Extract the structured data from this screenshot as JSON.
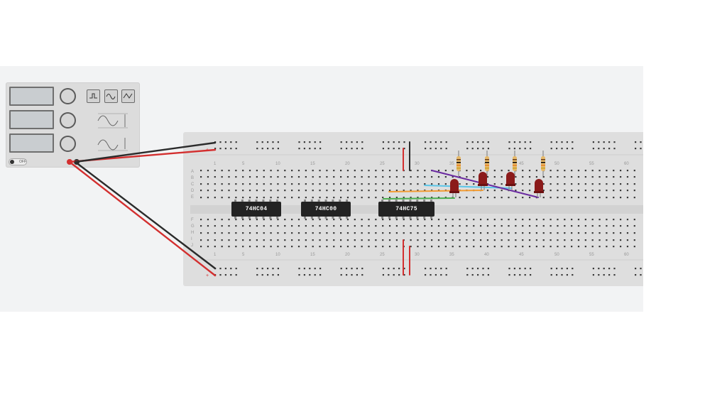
{
  "generator": {
    "power_label": "OFF",
    "wave_buttons": [
      "square-wave-icon",
      "sine-wave-icon",
      "triangle-wave-icon"
    ]
  },
  "breadboard": {
    "row_letters_top": [
      "A",
      "B",
      "C",
      "D",
      "E"
    ],
    "row_letters_bottom": [
      "F",
      "G",
      "H",
      "I",
      "J"
    ],
    "column_numbers": [
      "1",
      "5",
      "10",
      "15",
      "20",
      "25",
      "30",
      "35",
      "40",
      "45",
      "50",
      "55",
      "60"
    ]
  },
  "chips": [
    {
      "label": "74HC04"
    },
    {
      "label": "74HC00"
    },
    {
      "label": "74HC75"
    }
  ],
  "colors": {
    "wire_black": "#2b2b2b",
    "wire_red": "#d32f2f",
    "wire_orange": "#f39c33",
    "wire_green": "#4caf50",
    "wire_cyan": "#5bc6e8",
    "wire_purple": "#6a2aa0",
    "led_red": "#8b1a1a",
    "resistor_body": "#e6b96a"
  }
}
